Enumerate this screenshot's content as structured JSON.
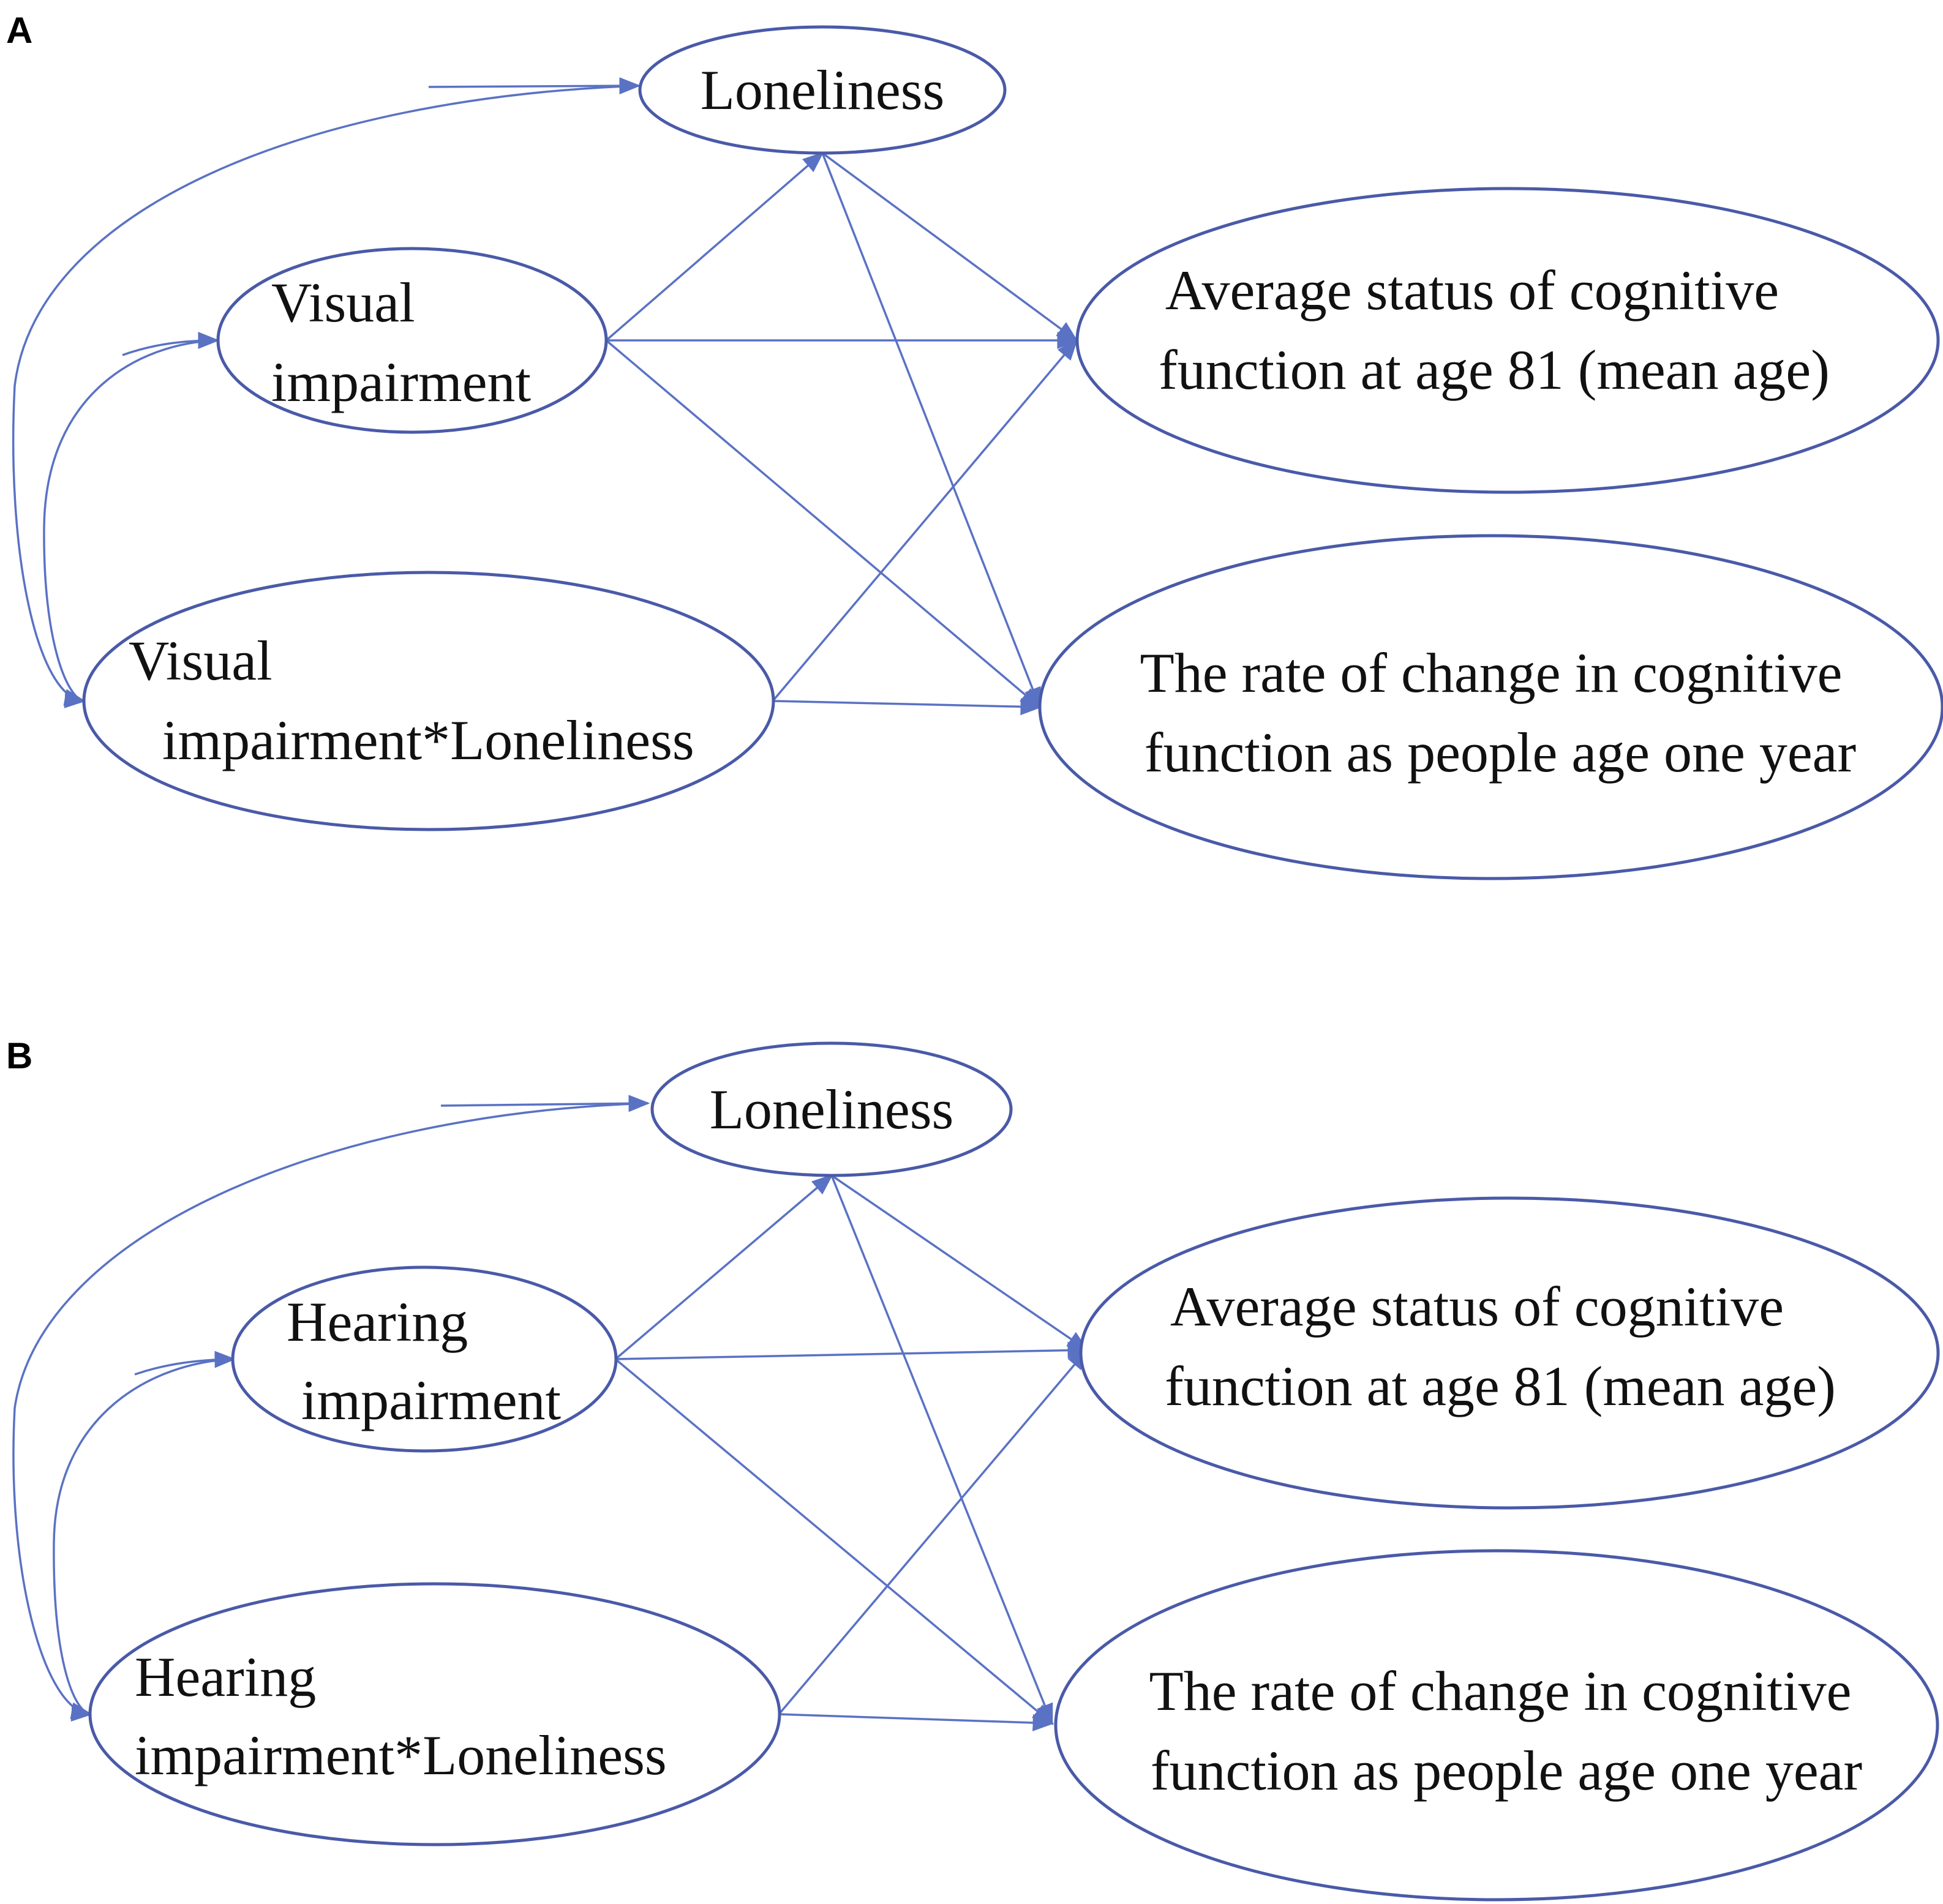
{
  "colors": {
    "edge": "#5a72c4",
    "ellipse_stroke": "#4a5aa8",
    "text": "#111111",
    "background": "#ffffff"
  },
  "panel_a": {
    "label": "A",
    "nodes": {
      "loneliness": "Loneliness",
      "impairment_line1": "Visual",
      "impairment_line2": "impairment",
      "interaction_line1": "Visual",
      "interaction_line2": "impairment*Loneliness",
      "average_line1": "Average status of cognitive",
      "average_line2": "function at age 81 (mean age)",
      "rate_line1": "The rate of change in cognitive",
      "rate_line2": "function as people age one year"
    }
  },
  "panel_b": {
    "label": "B",
    "nodes": {
      "loneliness": "Loneliness",
      "impairment_line1": "Hearing",
      "impairment_line2": "impairment",
      "interaction_line1": "Hearing",
      "interaction_line2": "impairment*Loneliness",
      "average_line1": "Average status of cognitive",
      "average_line2": "function at age 81 (mean age)",
      "rate_line1": "The rate of change in cognitive",
      "rate_line2": "function as people age one year"
    }
  }
}
